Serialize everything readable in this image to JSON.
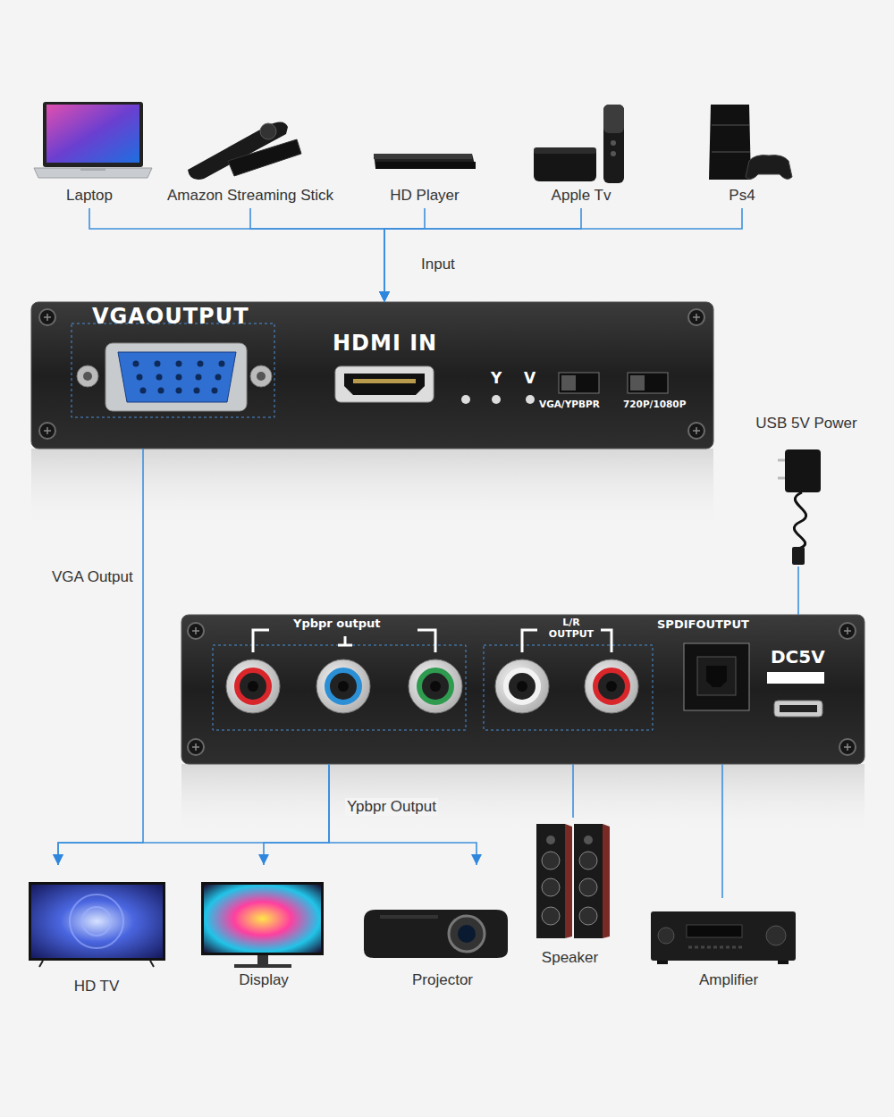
{
  "diagram": {
    "nodes": [
      {
        "text": [
          "Laptop"
        ]
      },
      {
        "text": [
          "Amazon Streaming Stick"
        ]
      },
      {
        "text": [
          "HD Player"
        ]
      },
      {
        "text": [
          "Apple Tv"
        ]
      },
      {
        "text": [
          "Ps4"
        ]
      },
      {
        "text": [
          "VGAOUTPUT",
          "HDMI IN",
          "Y",
          "V",
          "VGA/YPBPR",
          "720P/1080P"
        ]
      },
      {
        "text": [
          "USB 5V Power"
        ]
      },
      {
        "text": [
          "Ypbpr output",
          "L/R OUTPUT",
          "SPDIFOUTPUT",
          "DC5V"
        ]
      },
      {
        "text": [
          "HD TV"
        ]
      },
      {
        "text": [
          "Display"
        ]
      },
      {
        "text": [
          "Projector"
        ]
      },
      {
        "text": [
          "Speaker"
        ]
      },
      {
        "text": [
          "Amplifier"
        ]
      }
    ],
    "edges": [
      {
        "from": 0,
        "to": 5,
        "arrow": "to"
      },
      {
        "from": 1,
        "to": 5,
        "arrow": "to"
      },
      {
        "from": 2,
        "to": 5,
        "label": "Input",
        "arrow": "to"
      },
      {
        "from": 3,
        "to": 5,
        "arrow": "to"
      },
      {
        "from": 4,
        "to": 5,
        "arrow": "to"
      },
      {
        "from": 5,
        "to": 8,
        "label": "VGA Output",
        "arrow": "to"
      },
      {
        "from": 7,
        "to": 8,
        "arrow": "to"
      },
      {
        "from": 7,
        "to": 9,
        "label": "Ypbpr Output",
        "arrow": "to"
      },
      {
        "from": 7,
        "to": 10,
        "arrow": "to"
      },
      {
        "from": 7,
        "to": 11,
        "arrow": "none"
      },
      {
        "from": 7,
        "to": 12,
        "arrow": "none"
      },
      {
        "from": 6,
        "to": 7,
        "arrow": "none"
      }
    ]
  }
}
